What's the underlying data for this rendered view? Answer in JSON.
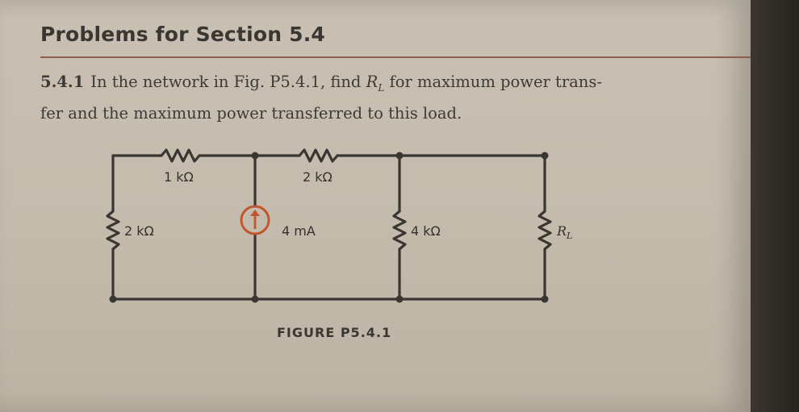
{
  "section": {
    "title": "Problems for Section 5.4"
  },
  "problem": {
    "number": "5.4.1",
    "line1_prefix": "In the network in Fig. P5.4.1, find",
    "rl_symbol": "R",
    "rl_subscript": "L",
    "line1_suffix": "for maximum power trans-",
    "line2": "fer and the maximum power transferred to this load."
  },
  "figure": {
    "caption": "FIGURE P5.4.1",
    "components": {
      "r_left": "2 kΩ",
      "r_top_left": "1 kΩ",
      "r_top_right": "2 kΩ",
      "current_source": "4 mA",
      "r_middle": "4 kΩ",
      "r_load_symbol": "R",
      "r_load_subscript": "L"
    },
    "colors": {
      "wire": "#3a3632",
      "source_circle": "#c0552f"
    }
  }
}
